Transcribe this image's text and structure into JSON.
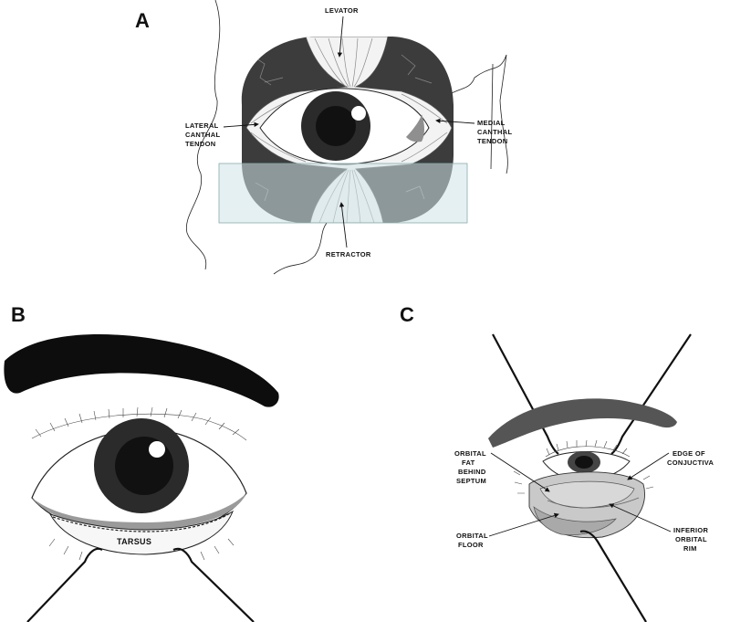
{
  "panels": {
    "a": {
      "letter": "A",
      "labels": {
        "levator": "LEVATOR",
        "lateral_canthal_tendon": [
          "LATERAL",
          "CANTHAL",
          "TENDON"
        ],
        "medial_canthal_tendon": [
          "MEDIAL",
          "CANTHAL",
          "TENDON"
        ],
        "retractor": "RETRACTOR"
      }
    },
    "b": {
      "letter": "B",
      "labels": {
        "tarsus": "TARSUS"
      }
    },
    "c": {
      "letter": "C",
      "labels": {
        "orbital_fat_behind_septum": [
          "ORBITAL",
          "FAT",
          "BEHIND",
          "SEPTUM"
        ],
        "edge_of_conjuctiva": [
          "EDGE OF",
          "CONJUCTIVA"
        ],
        "orbital_floor": [
          "ORBITAL",
          "FLOOR"
        ],
        "inferior_orbital_rim": [
          "INFERIOR",
          "ORBITAL",
          "RIM"
        ]
      }
    }
  },
  "colors": {
    "dark_fat": "#3c3c3c",
    "highlight_box": "#cfe3e8",
    "iris": "#2b2b2b",
    "pupil": "#111111",
    "eyelid_gray": "#9a9a9a",
    "brow": "#0d0d0d",
    "brow_c": "#555555"
  }
}
